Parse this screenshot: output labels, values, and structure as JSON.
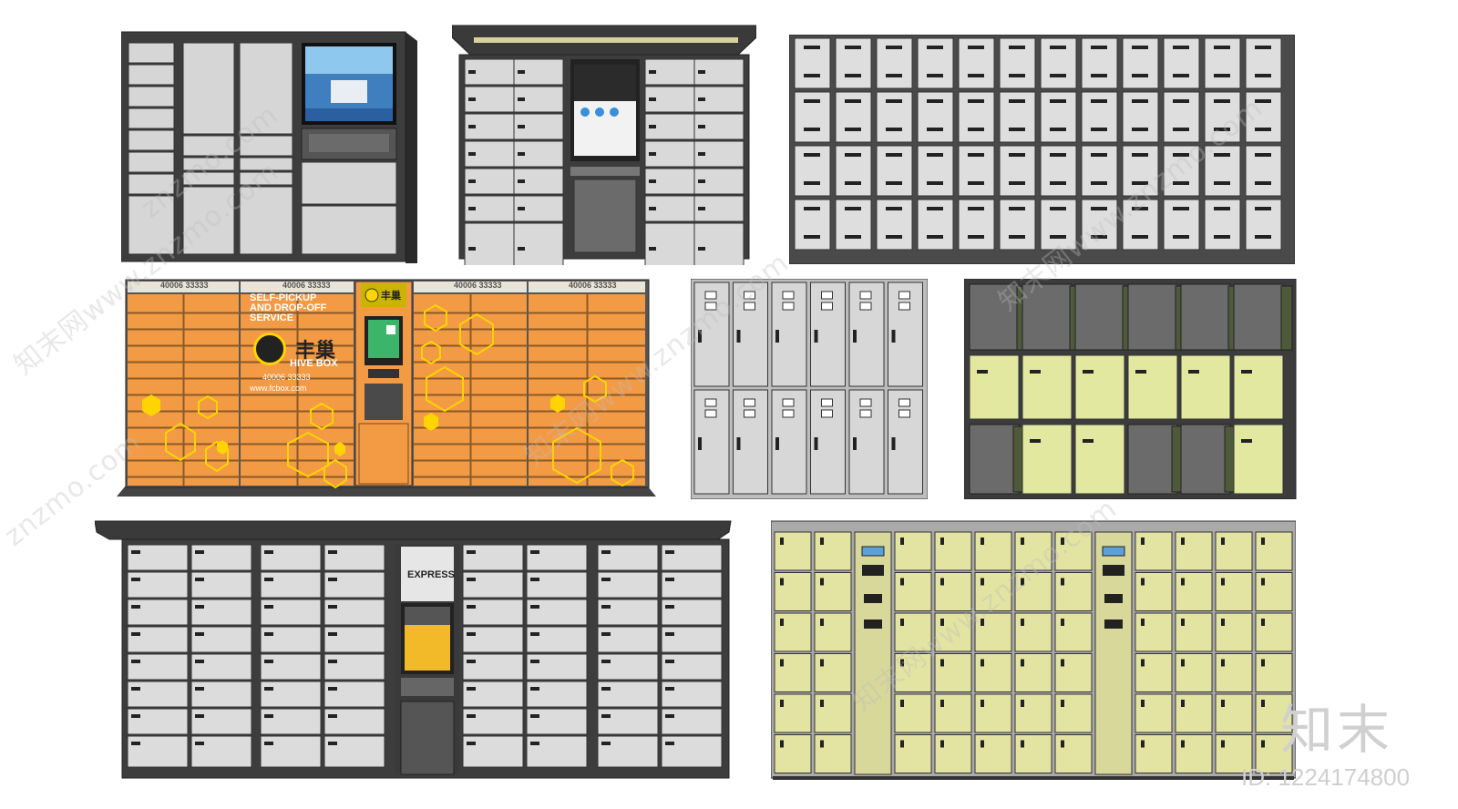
{
  "hive_box": {
    "phone_headers": [
      "40006 33333",
      "40006 33333",
      "40006 33333",
      "40006 33333"
    ],
    "service_line1": "SELF-PICKUP",
    "service_line2": "AND DROP-OFF",
    "service_line3": "SERVICE",
    "brand_cn": "丰巢",
    "brand_en": "HIVE BOX",
    "hotline": "40006 33333",
    "website": "www.fcbox.com",
    "kiosk_logo": "丰巢"
  },
  "express_kiosk": {
    "title": "EXPRESS"
  },
  "watermarks": [
    "znzmo.com",
    "知末网www.znzmo.com",
    "知末网www.znzmo.com",
    "知末网www.znzmo.com",
    "znzmo.com",
    "知末网www.znzmo.com"
  ],
  "brand_logo": "知末",
  "image_id": "ID: 1224174800",
  "colors": {
    "frame": "#3a3a3a",
    "door_gray": "#dcdcdc",
    "door_orange": "#f39a45",
    "door_yellow": "#e4e4a2",
    "hex_yellow": "#ffd400"
  }
}
